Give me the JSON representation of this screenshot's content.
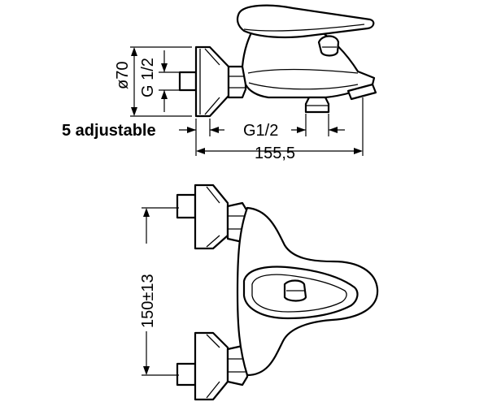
{
  "dimensions": {
    "diameter": "ø70",
    "inlet_thread_side": "G 1/2",
    "adjustable_note": "5 adjustable",
    "outlet_thread": "G1/2",
    "overall_length": "155,5",
    "center_distance": "150±13"
  }
}
